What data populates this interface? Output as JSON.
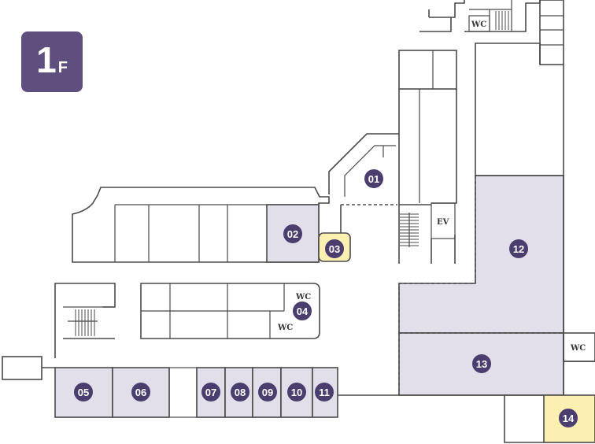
{
  "floor": {
    "number": "1",
    "unit": "F"
  },
  "colors": {
    "badge": "#5f4f7f",
    "marker": "#4b3d6e",
    "tenant_fill": "#e3dfea",
    "highlight_fill": "#fbf0b2",
    "highlight_stroke": "#c9b864",
    "wall": "#4a4a4a"
  },
  "markers": [
    {
      "id": "01",
      "highlight": false
    },
    {
      "id": "02",
      "highlight": false
    },
    {
      "id": "03",
      "highlight": true
    },
    {
      "id": "04",
      "highlight": false
    },
    {
      "id": "05",
      "highlight": false
    },
    {
      "id": "06",
      "highlight": false
    },
    {
      "id": "07",
      "highlight": false
    },
    {
      "id": "08",
      "highlight": false
    },
    {
      "id": "09",
      "highlight": false
    },
    {
      "id": "10",
      "highlight": false
    },
    {
      "id": "11",
      "highlight": false
    },
    {
      "id": "12",
      "highlight": false
    },
    {
      "id": "13",
      "highlight": false
    },
    {
      "id": "14",
      "highlight": true
    }
  ],
  "facilities": {
    "wc_top": "WC",
    "ev": "EV",
    "wc_04_upper": "WC",
    "wc_04_lower": "WC",
    "wc_right": "WC"
  }
}
